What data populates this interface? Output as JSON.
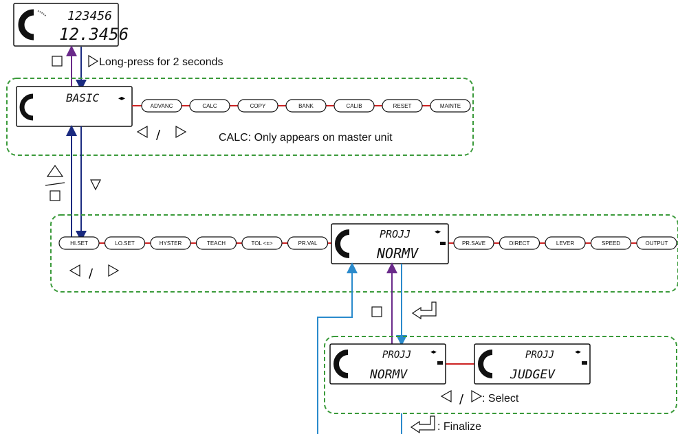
{
  "top_display": {
    "line1": "123456",
    "line2": "12.3456"
  },
  "long_press_note": "Long-press for 2 seconds",
  "basic_display": {
    "text": "BASIC"
  },
  "main_menu": [
    "ADVANC",
    "CALC",
    "COPY",
    "BANK",
    "CALIB",
    "RESET",
    "MAINTE"
  ],
  "calc_note": "CALC: Only appears on master unit",
  "basic_menu_left": [
    "HI.SET",
    "LO.SET",
    "HYSTER",
    "TEACH",
    "TOL <±>",
    "PR.VAL"
  ],
  "basic_menu_right": [
    "PR.SAVE",
    "DIRECT",
    "LEVER",
    "SPEED",
    "OUTPUT"
  ],
  "projection_display": {
    "line1": "PROJJ",
    "line2": "NORMV"
  },
  "option_displays": [
    {
      "line1": "PROJJ",
      "line2": "NORMV"
    },
    {
      "line1": "PROJJ",
      "line2": "JUDGEV"
    }
  ],
  "select_note": ": Select",
  "finalize_note": ": Finalize",
  "colors": {
    "dashed_border": "#3a9a3a",
    "connector_red": "#cc2222",
    "arrow_purple": "#6a2a8a",
    "arrow_navy": "#1a2a80",
    "arrow_cyan": "#2a8acc"
  },
  "icons": [
    "square-button-icon",
    "right-triangle-icon",
    "left-triangle-icon",
    "up-triangle-icon",
    "down-triangle-icon",
    "enter-key-icon"
  ]
}
